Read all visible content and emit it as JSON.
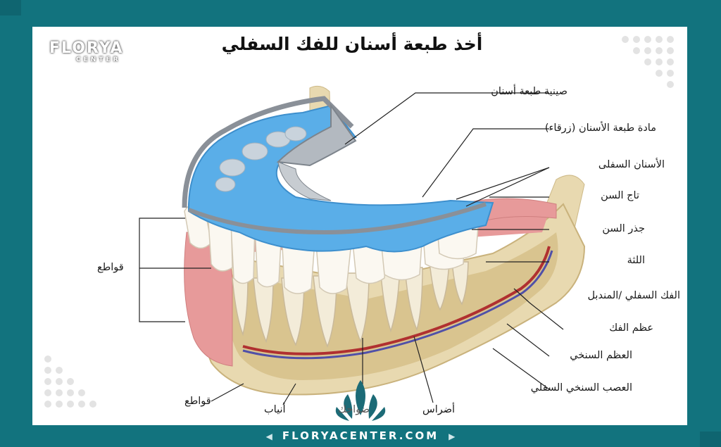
{
  "title": "أخذ طبعة أسنان للفك السفلي",
  "brand": {
    "name": "FLORYA",
    "sub": "CENTER"
  },
  "footer": {
    "url": "FLORYACENTER.COM"
  },
  "labels": {
    "tray": "صينية طبعة أسنان",
    "material": "مادة طبعة الأسنان (زرقاء)",
    "lower_teeth": "الأسنان السفلى",
    "crown": "تاج السن",
    "root": "جذر السن",
    "gum": "اللثة",
    "mandible": "الفك السفلي /المندبل",
    "jaw_bone": "عظم الفك",
    "cancellous": "العظم السنخي",
    "nerve": "العصب السنخي السفلي",
    "incisors_left": "قواطع",
    "incisors_bottom": "قواطع",
    "canines": "أنياب",
    "premolars": "ضواحك",
    "molars": "أضراس"
  },
  "colors": {
    "frame": "#12737e",
    "material": "#5aaee8",
    "gum": "#e79a9a",
    "bone": "#e8d9b0"
  }
}
